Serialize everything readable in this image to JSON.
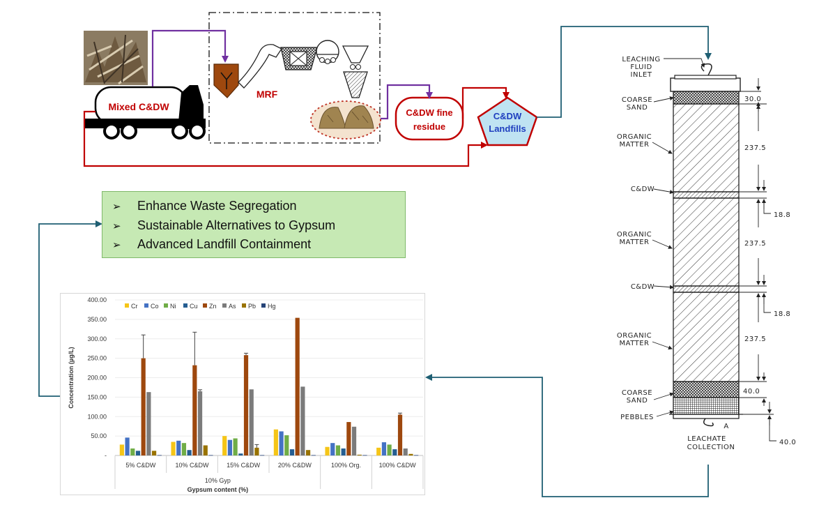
{
  "process": {
    "truck_label": "Mixed C&DW",
    "mrf_label": "MRF",
    "fine_residue_label": "C&DW fine residue",
    "landfill_label": "C&DW Landfills"
  },
  "recommendations": [
    "Enhance Waste Segregation",
    "Sustainable Alternatives to Gypsum",
    "Advanced Landfill Containment"
  ],
  "column": {
    "labels": {
      "inlet": [
        "LEACHING",
        "FLUID",
        "INLET"
      ],
      "coarse_sand_top": [
        "COARSE",
        "SAND"
      ],
      "organic_1": [
        "ORGANIC",
        "MATTER"
      ],
      "cdw_1": "C&DW",
      "organic_2": [
        "ORGANIC",
        "MATTER"
      ],
      "cdw_2": "C&DW",
      "organic_3": [
        "ORGANIC",
        "MATTER"
      ],
      "coarse_sand_bottom": [
        "COARSE",
        "SAND"
      ],
      "pebbles": "PEBBLES",
      "collection": [
        "LEACHATE",
        "COLLECTION"
      ],
      "point": "A"
    },
    "dimensions": [
      "30.0",
      "237.5",
      "18.8",
      "237.5",
      "18.8",
      "237.5",
      "40.0",
      "40.0"
    ]
  },
  "chart_data": {
    "type": "bar",
    "ylabel": "Concentration (µg/L)",
    "xlabel": "Gypsum content (%)",
    "ylim": [
      0,
      400
    ],
    "yticks": [
      "400.00",
      "350.00",
      "300.00",
      "250.00",
      "200.00",
      "150.00",
      "100.00",
      "50.00",
      "-"
    ],
    "categories": [
      "5% C&DW",
      "10% C&DW",
      "15% C&DW",
      "20% C&DW",
      "100% Org.",
      "100% C&DW"
    ],
    "group_label": "10% Gyp",
    "legend_position": "top",
    "series": [
      {
        "name": "Cr",
        "color": "#f5c518",
        "values": [
          28,
          35,
          50,
          67,
          22,
          20
        ]
      },
      {
        "name": "Co",
        "color": "#4472c4",
        "values": [
          46,
          38,
          40,
          62,
          32,
          34
        ]
      },
      {
        "name": "Ni",
        "color": "#70ad47",
        "values": [
          18,
          32,
          44,
          52,
          26,
          28
        ]
      },
      {
        "name": "Cu",
        "color": "#255e91",
        "values": [
          12,
          14,
          5,
          16,
          18,
          16
        ]
      },
      {
        "name": "Zn",
        "color": "#9e480e",
        "values": [
          250,
          232,
          258,
          354,
          86,
          105
        ]
      },
      {
        "name": "As",
        "color": "#7b7b7b",
        "values": [
          163,
          165,
          170,
          177,
          74,
          18
        ]
      },
      {
        "name": "Pb",
        "color": "#997300",
        "values": [
          12,
          26,
          20,
          14,
          2,
          4
        ]
      },
      {
        "name": "Hg",
        "color": "#264478",
        "values": [
          1,
          1,
          1,
          1,
          1,
          1
        ]
      }
    ],
    "error_bars": [
      {
        "series": "Zn",
        "category": "5% C&DW",
        "plus": 60
      },
      {
        "series": "Zn",
        "category": "10% C&DW",
        "plus": 85
      },
      {
        "series": "Zn",
        "category": "15% C&DW",
        "plus": 5
      },
      {
        "series": "Zn",
        "category": "100% C&DW",
        "plus": 4
      },
      {
        "series": "As",
        "category": "10% C&DW",
        "plus": 4
      },
      {
        "series": "Pb",
        "category": "15% C&DW",
        "plus": 8
      }
    ]
  }
}
